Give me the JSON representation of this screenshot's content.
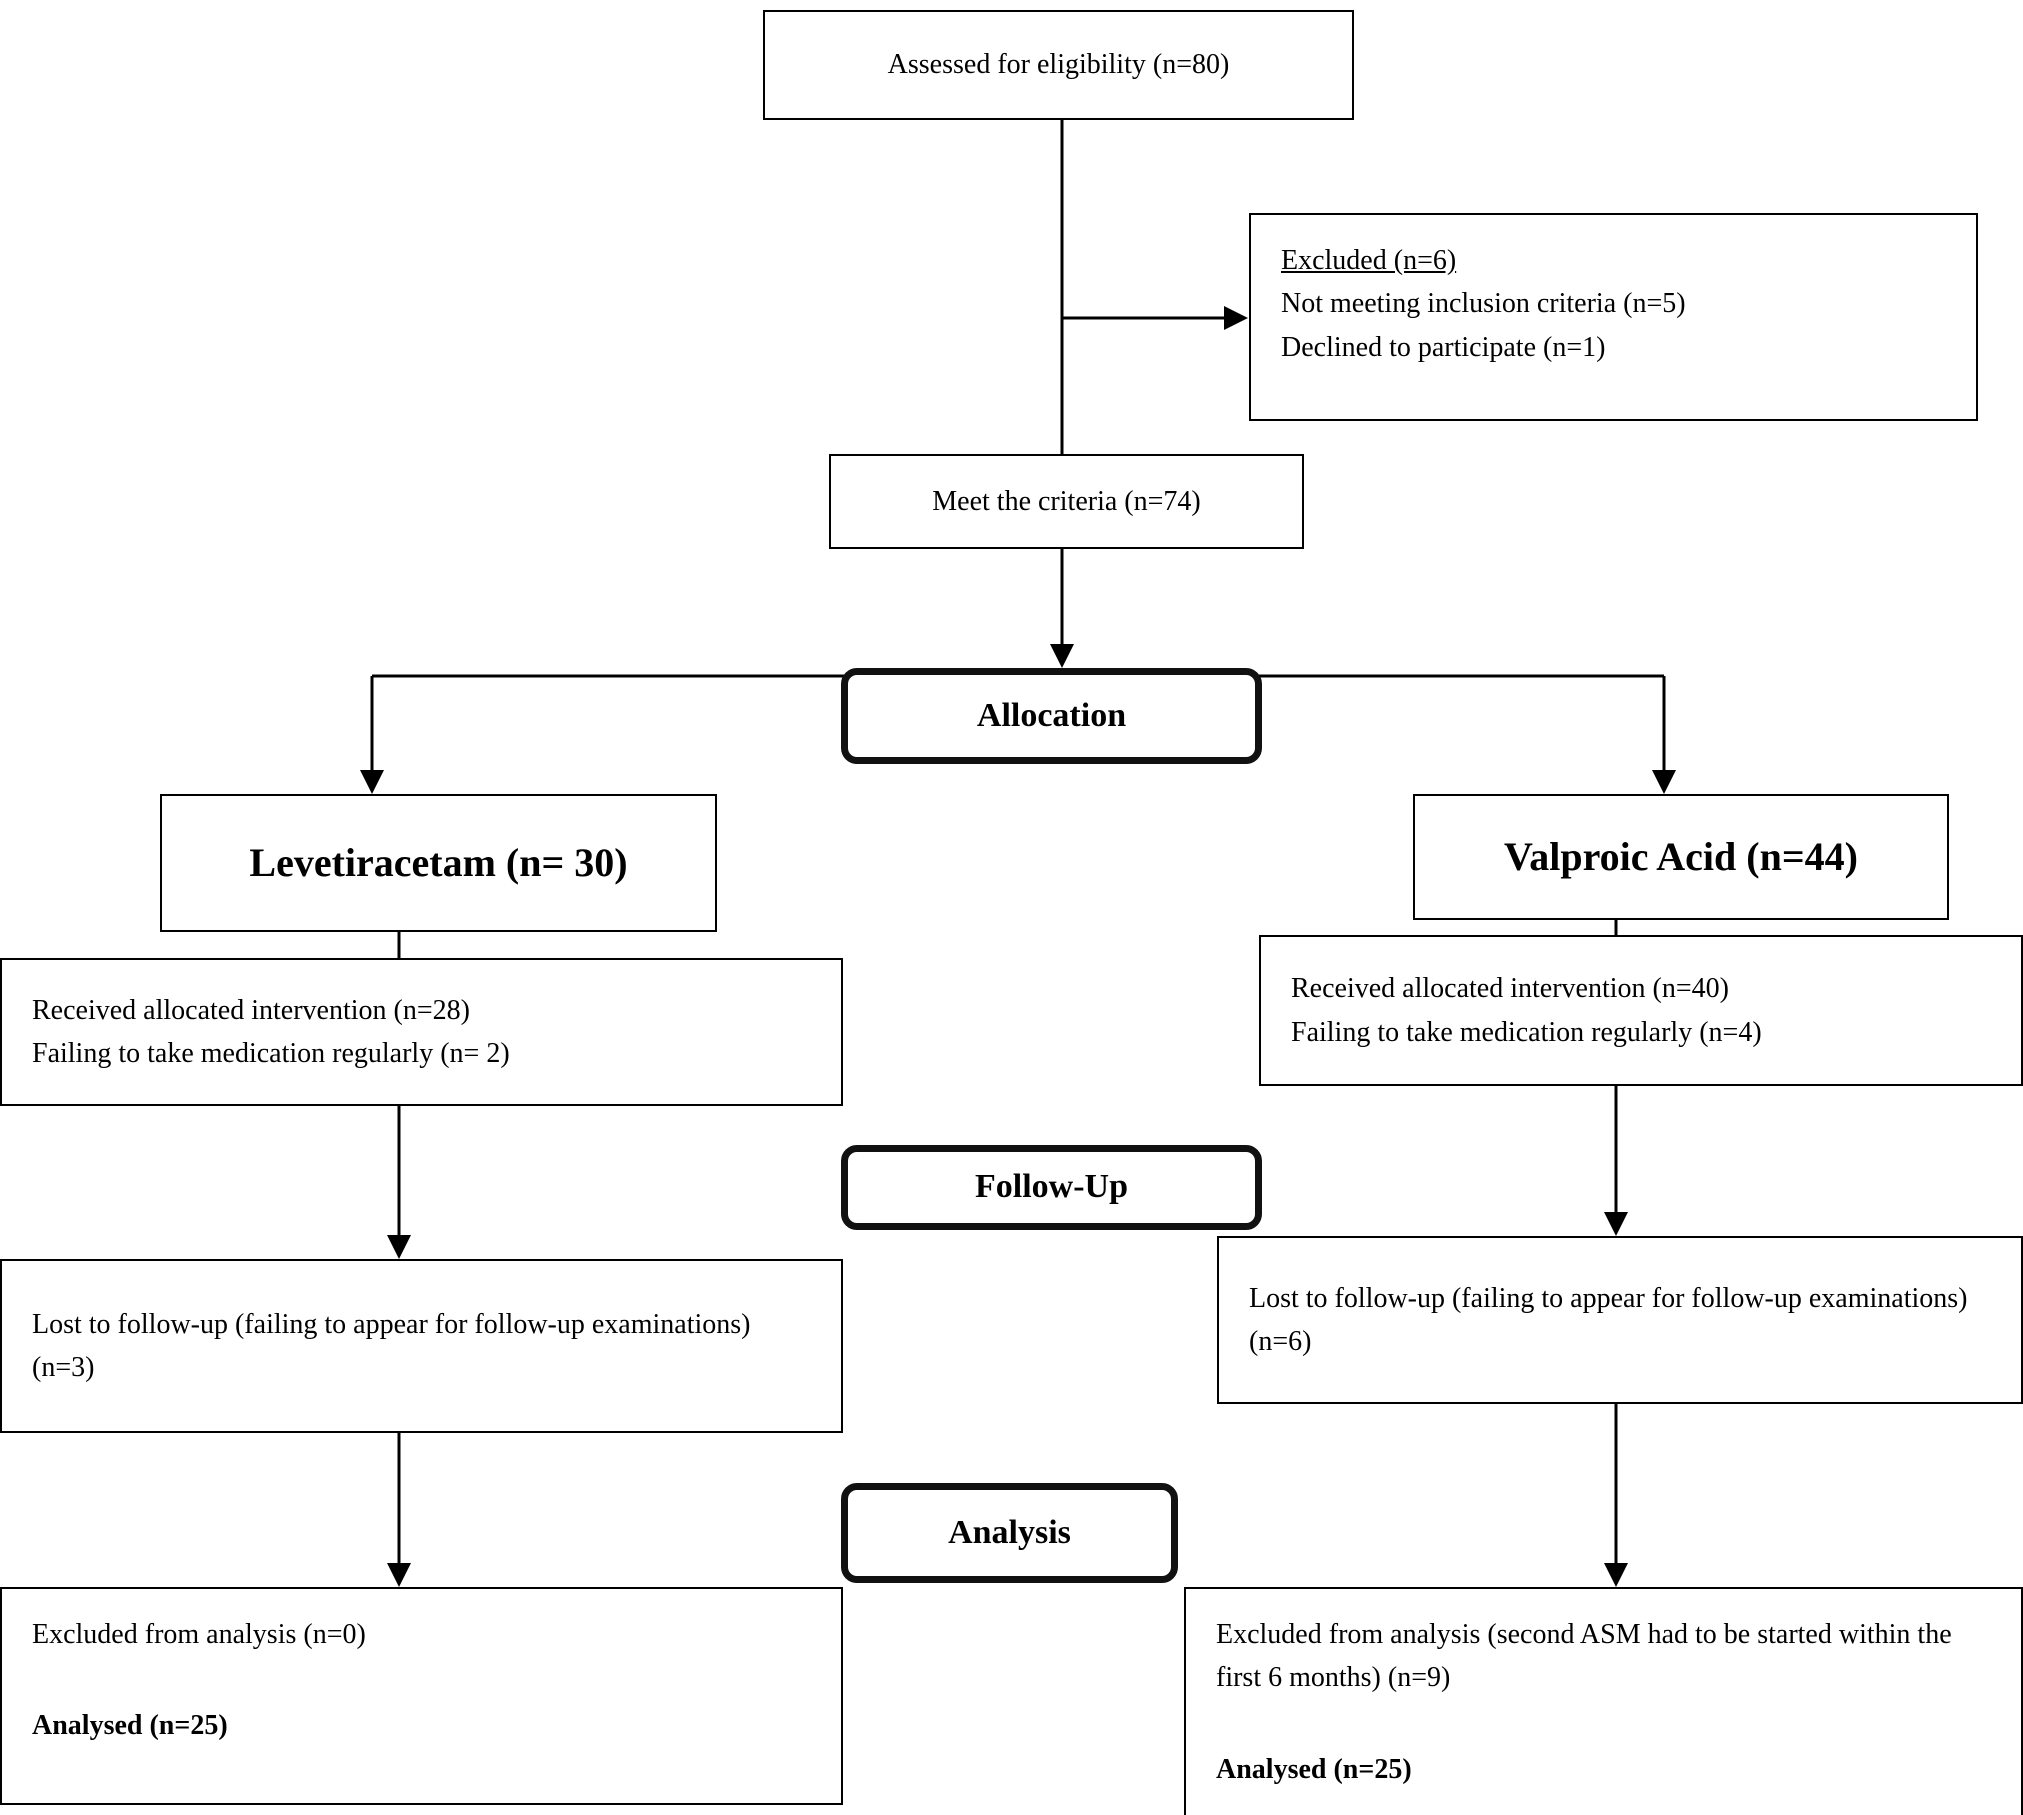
{
  "diagram": {
    "assessed": {
      "label": "Assessed for eligibility (n=80)"
    },
    "excluded": {
      "title": "Excluded (n=6)",
      "reasons": [
        "Not meeting inclusion criteria (n=5)",
        "Declined to participate (n=1)"
      ]
    },
    "criteria": {
      "label": "Meet the criteria (n=74)"
    },
    "stages": {
      "allocation": "Allocation",
      "follow_up": "Follow-Up",
      "analysis": "Analysis"
    },
    "left_arm": {
      "group": "Levetiracetam (n= 30)",
      "received": [
        "Received allocated intervention (n=28)",
        "Failing to take medication regularly (n= 2)"
      ],
      "lost": "Lost to follow-up (failing to appear for follow-up examinations) (n=3)",
      "excluded_from_analysis": "Excluded from analysis (n=0)",
      "analysed": "Analysed (n=25)"
    },
    "right_arm": {
      "group": "Valproic Acid (n=44)",
      "received": [
        "Received allocated intervention (n=40)",
        "Failing to take medication regularly (n=4)"
      ],
      "lost": "Lost to follow-up (failing to appear for follow-up examinations) (n=6)",
      "excluded_from_analysis": "Excluded from analysis (second ASM had to be started within the first 6 months) (n=9)",
      "analysed": "Analysed (n=25)"
    }
  }
}
